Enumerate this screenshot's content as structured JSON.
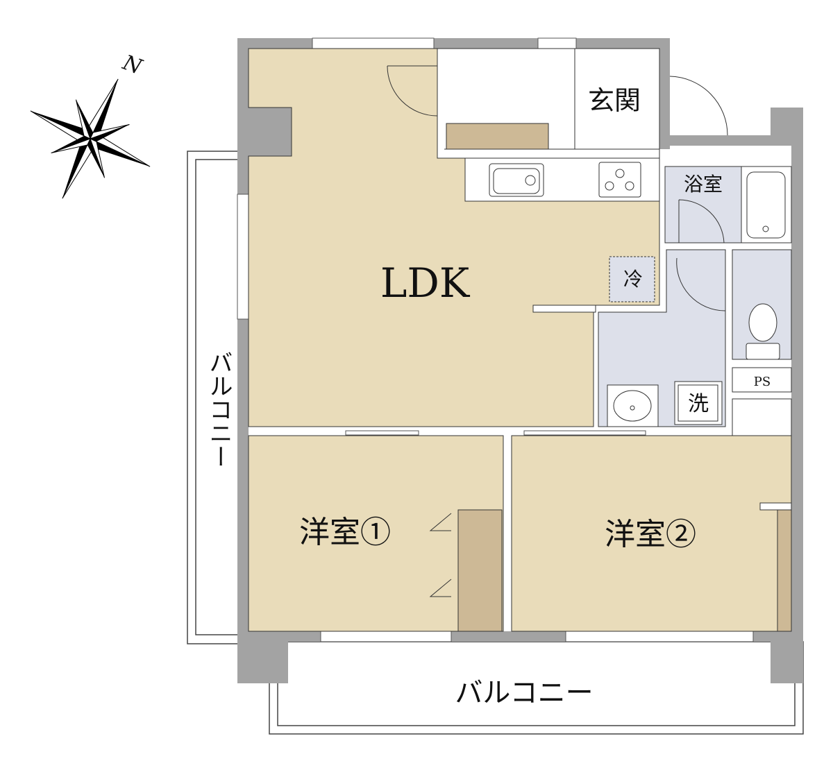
{
  "compass": {
    "north_label": "N"
  },
  "rooms": {
    "ldk": "LDK",
    "genkan": "玄関",
    "bath": "浴室",
    "fridge": "冷",
    "washer": "洗",
    "ps": "PS",
    "western1": "洋室①",
    "western2": "洋室②"
  },
  "balcony": {
    "side": "バルコニー",
    "bottom": "バルコニー"
  },
  "colors": {
    "living": "#e9dcba",
    "wet": "#dde0ea",
    "wall": "#a3a3a3",
    "closet": "#cdb996"
  }
}
